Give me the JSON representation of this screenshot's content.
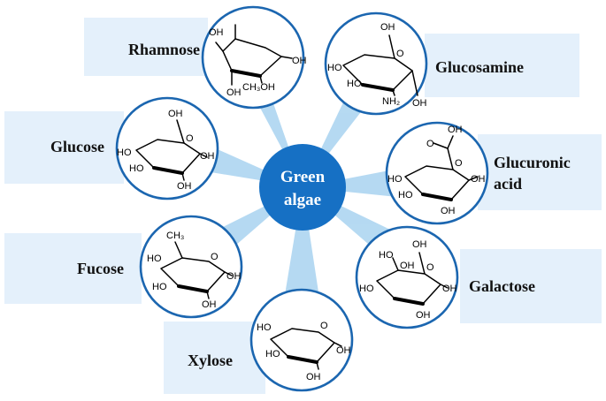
{
  "center": {
    "line1": "Green",
    "line2": "algae",
    "color": "#1670c4"
  },
  "colors": {
    "ray": "#9fcdee",
    "band": "#e4f0fb",
    "ring": "#1b66b0"
  },
  "sugars": [
    {
      "name": "Rhamnose",
      "atoms": [
        "OH",
        "OH",
        "OH",
        "CH₃OH"
      ]
    },
    {
      "name": "Glucosamine",
      "atoms": [
        "OH",
        "HO",
        "HO",
        "O",
        "NH₂",
        "OH"
      ]
    },
    {
      "name": "Glucose",
      "atoms": [
        "OH",
        "HO",
        "HO",
        "O",
        "OH",
        "OH"
      ]
    },
    {
      "name_line1": "Glucuronic",
      "name_line2": "acid",
      "atoms": [
        "O",
        "OH",
        "HO",
        "HO",
        "O",
        "OH",
        "OH"
      ]
    },
    {
      "name": "Fucose",
      "atoms": [
        "CH₃",
        "HO",
        "O",
        "OH",
        "HO",
        "OH"
      ]
    },
    {
      "name": "Galactose",
      "atoms": [
        "OH",
        "HO",
        "OH",
        "HO",
        "O",
        "OH",
        "OH"
      ]
    },
    {
      "name": "Xylose",
      "atoms": [
        "HO",
        "HO",
        "O",
        "OH",
        "OH"
      ]
    }
  ]
}
